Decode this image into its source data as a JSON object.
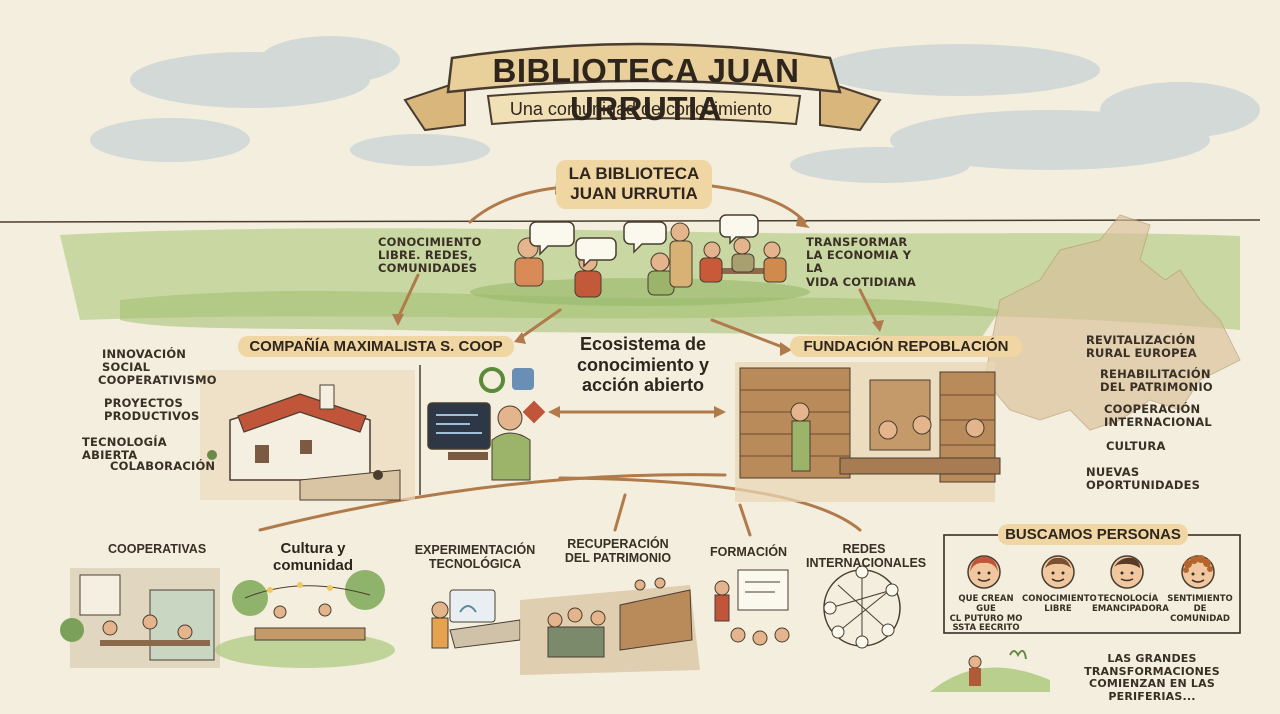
{
  "banner": {
    "title": "BIBLIOTECA JUAN URRUTIA",
    "subtitle": "Una comunidad de conocimiento"
  },
  "center_node": {
    "label": "LA BIBLIOTECA\nJUAN URRUTIA"
  },
  "left_top_note": "CONOCIMIENTO\nLIBRE. REDES,\nCOMUNIDADES",
  "right_top_note": "TRANSFORMAR\nLA ECONOMIA Y LA\nVIDA COTIDIANA",
  "ecosystem": "Ecosistema de\nconocimiento y\nacción abierto",
  "left_org": {
    "name": "COMPAÑÍA MAXIMALISTA S. COOP",
    "items": [
      "INNOVACIÓN SOCIAL",
      "COOPERATIVISMO",
      "PROYECTOS\nPRODUCTIVOS",
      "TECNOLOGÍA ABIERTA",
      "COLABORACIÓN"
    ]
  },
  "right_org": {
    "name": "FUNDACIÓN REPOBLACIÓN",
    "items": [
      "REVITALIZACIÓN\nRURAL EUROPEA",
      "REHABILITACIÓN\nDEL PATRIMONIO",
      "COOPERACIÓN\nINTERNACIONAL",
      "CULTURA",
      "NUEVAS OPORTUNIDADES"
    ]
  },
  "outcomes": [
    {
      "label": "COOPERATIVAS"
    },
    {
      "label": "Cultura y\ncomunidad"
    },
    {
      "label": "EXPERIMENTACIÓN\nTECNOLÓGICA"
    },
    {
      "label": "RECUPERACIÓN\nDEL PATRIMONIO"
    },
    {
      "label": "FORMACIÓN"
    },
    {
      "label": "REDES\nINTERNACIONALES"
    }
  ],
  "recruit": {
    "title": "BUSCAMOS PERSONAS",
    "people": [
      {
        "label": "QUE CREAN GUE\nCL PUTURO MO\nSSTA EECRITO",
        "face": "woman-face-icon"
      },
      {
        "label": "CONOCIMIENTO\nLIBRE",
        "face": "man-face-icon"
      },
      {
        "label": "TECNOLOCÍA\nEMANCIPADORA",
        "face": "man-face-icon"
      },
      {
        "label": "SENTIMIENTO\nDE COMUNIDAD",
        "face": "curly-face-icon"
      }
    ]
  },
  "footer_quote": "LAS GRANDES TRANSFORMACIONES\nCOMIENZAN EN LAS PERIFERIAS...",
  "colors": {
    "paper": "#f3eedd",
    "ink": "#3a2f25",
    "banner": "#e9cf9a",
    "pill": "#efd6a3",
    "grass": "#a9c77b",
    "sky": "#c9d6d8",
    "arrow": "#b07a4a",
    "roof": "#c0553a"
  }
}
